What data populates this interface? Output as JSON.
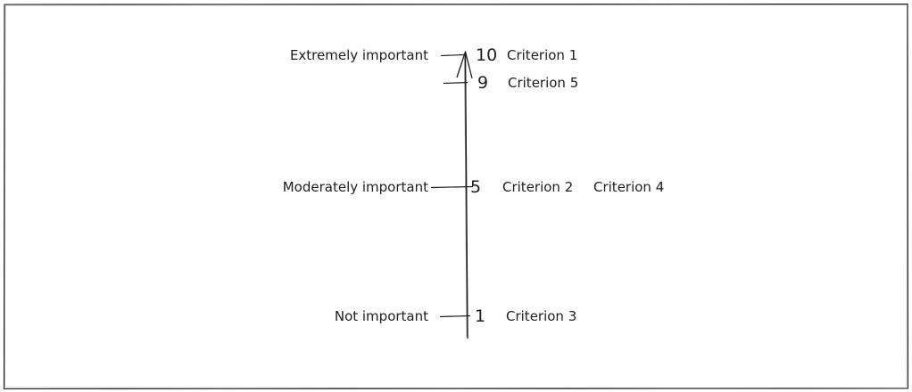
{
  "scale": {
    "levels": [
      {
        "value": 10,
        "value_label": "10",
        "importance": "Extremely important",
        "criteria": [
          "Criterion 1"
        ]
      },
      {
        "value": 9,
        "value_label": "9",
        "importance": "",
        "criteria": [
          "Criterion 5"
        ]
      },
      {
        "value": 5,
        "value_label": "5",
        "importance": "Moderately important",
        "criteria": [
          "Criterion 2",
          "Criterion 4"
        ]
      },
      {
        "value": 1,
        "value_label": "1",
        "importance": "Not important",
        "criteria": [
          "Criterion 3"
        ]
      }
    ]
  },
  "colors": {
    "stroke": "#1e1e1e",
    "background": "#ffffff"
  }
}
